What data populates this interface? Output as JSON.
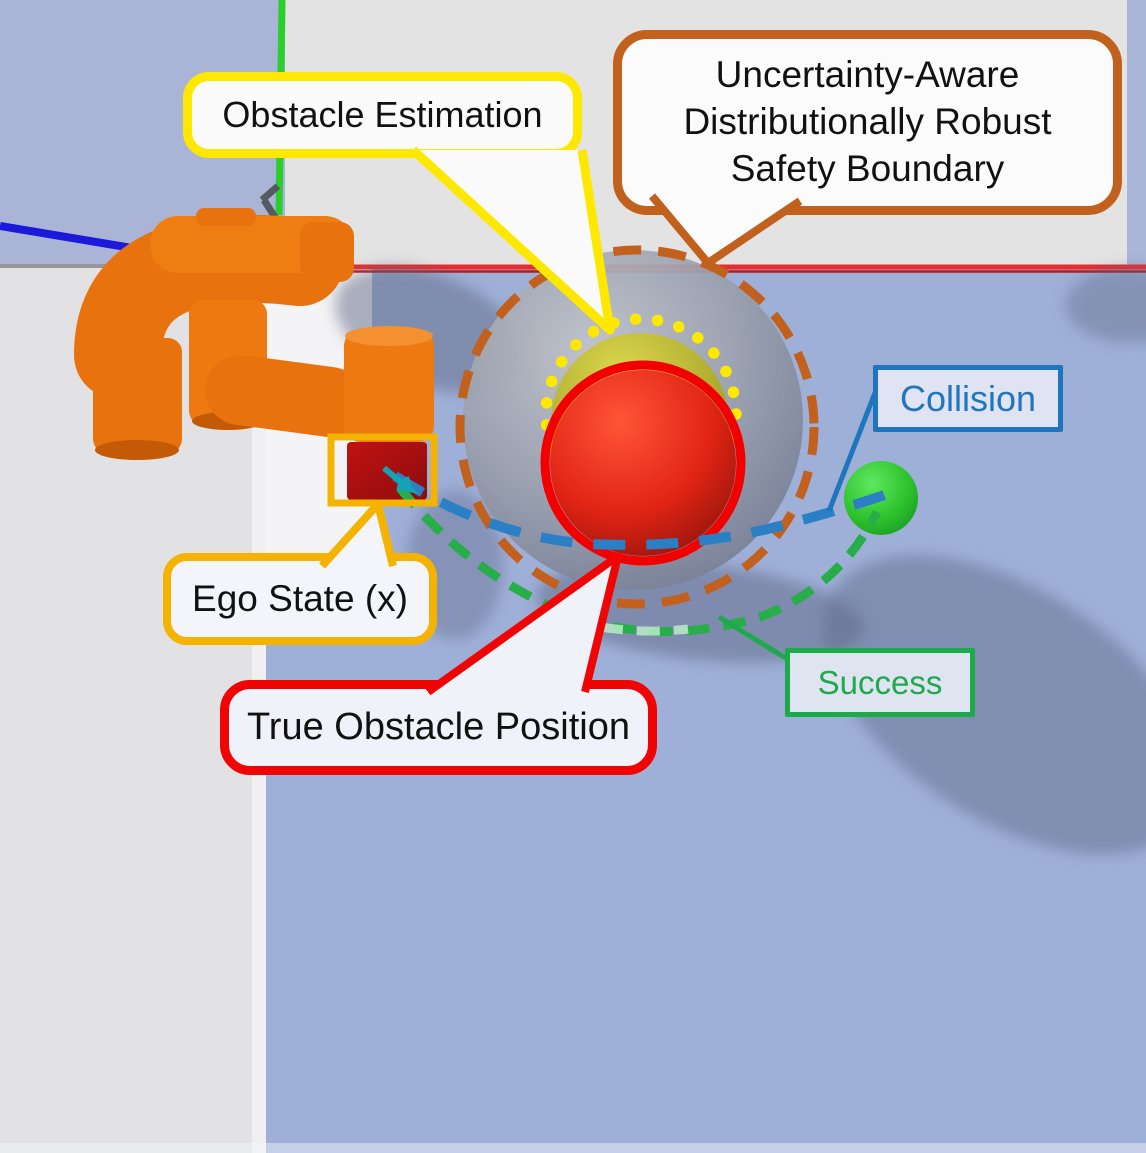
{
  "callouts": {
    "obstacle_estimation": {
      "label": "Obstacle Estimation",
      "border_color": "#FFE800",
      "text_color": "#111111"
    },
    "safety_boundary": {
      "lines": [
        "Uncertainty-Aware",
        "Distributionally Robust",
        "Safety Boundary"
      ],
      "border_color": "#C2611D",
      "text_color": "#111111"
    },
    "ego_state": {
      "label": "Ego State (x)",
      "border_color": "#F5B301",
      "text_color": "#111111"
    },
    "true_obstacle": {
      "label": "True Obstacle Position",
      "border_color": "#F00505",
      "text_color": "#111111"
    },
    "collision": {
      "label": "Collision",
      "color": "#1F76BC"
    },
    "success": {
      "label": "Success",
      "color": "#1FA94D"
    }
  },
  "scene": {
    "trajectories": [
      {
        "name": "collision-trajectory",
        "style": "dashed",
        "color": "#2B7FC4"
      },
      {
        "name": "success-trajectory",
        "style": "dashed",
        "color": "#27AE4B"
      }
    ],
    "markers": {
      "safety_boundary_circle": {
        "style": "dashed",
        "color": "#C2611D"
      },
      "obstacle_estimation_circle": {
        "style": "dotted",
        "color": "#FFE800"
      },
      "true_obstacle_circle": {
        "style": "solid",
        "color": "#F20000"
      },
      "ego_state_box": {
        "style": "solid",
        "color": "#F5B301"
      }
    },
    "axes": {
      "x_axis_color": "#E21F1F",
      "y_axis_color": "#2BCE2B",
      "z_axis_color": "#1A1AD8"
    },
    "objects": [
      "orange-robot-arm",
      "gray-safety-boundary-sphere",
      "yellow-green-estimated-obstacle-sphere",
      "red-true-obstacle-sphere",
      "green-goal-ball"
    ]
  }
}
